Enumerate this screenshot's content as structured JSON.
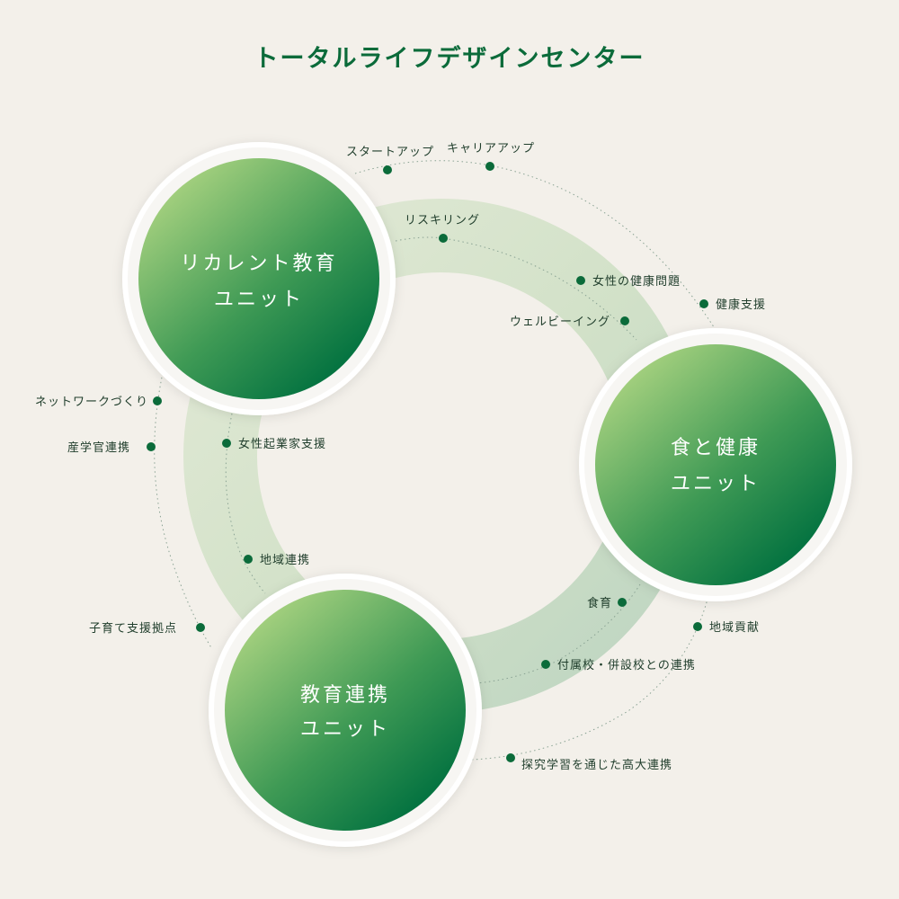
{
  "title": "トータルライフデザインセンター",
  "colors": {
    "background": "#f3f0ea",
    "accent": "#0b6b3a",
    "gradient_light": "#a6d17f",
    "gradient_dark": "#00703f",
    "ring": "#c9dcc0"
  },
  "units": {
    "recurrent": {
      "line1": "リカレント教育",
      "line2": "ユニット"
    },
    "food": {
      "line1": "食と健康",
      "line2": "ユニット"
    },
    "education": {
      "line1": "教育連携",
      "line2": "ユニット"
    }
  },
  "labels": {
    "startup": "スタートアップ",
    "career": "キャリアアップ",
    "reskilling": "リスキリング",
    "women_health": "女性の健康問題",
    "health_support": "健康支援",
    "wellbeing": "ウェルビーイング",
    "network": "ネットワークづくり",
    "industry": "産学官連携",
    "women_startup": "女性起業家支援",
    "regional_collab": "地域連携",
    "childcare": "子育て支援拠点",
    "shokuiku": "食育",
    "regional_contrib": "地域貢献",
    "affiliated": "付属校・併設校との連携",
    "inquiry": "探究学習を通じた高大連携"
  }
}
